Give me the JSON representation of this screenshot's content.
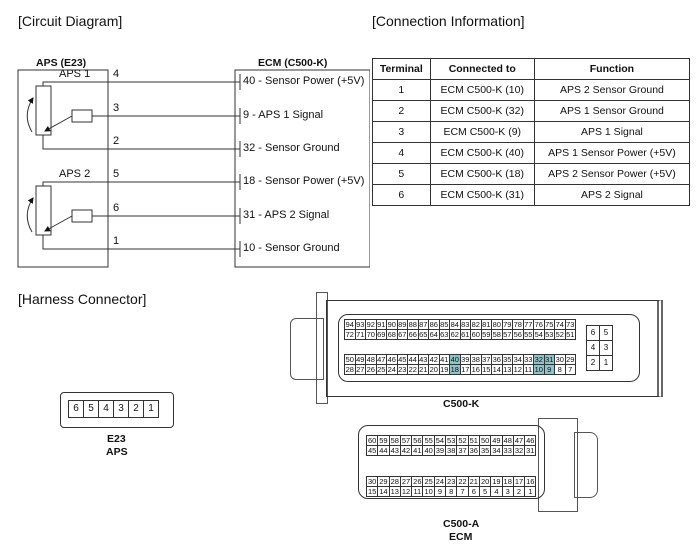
{
  "titles": {
    "circuit": "[Circuit Diagram]",
    "connection": "[Connection Information]",
    "harness": "[Harness Connector]"
  },
  "circuit": {
    "aps_label": "APS (E23)",
    "ecm_label": "ECM (C500-K)",
    "sensors": [
      "APS 1",
      "APS 2"
    ],
    "wires": [
      {
        "pin": "4",
        "ecm": "40 - Sensor Power (+5V)"
      },
      {
        "pin": "3",
        "ecm": "9 - APS 1 Signal"
      },
      {
        "pin": "2",
        "ecm": "32 - Sensor Ground"
      },
      {
        "pin": "5",
        "ecm": "18 - Sensor Power (+5V)"
      },
      {
        "pin": "6",
        "ecm": "31 - APS 2 Signal"
      },
      {
        "pin": "1",
        "ecm": "10 - Sensor Ground"
      }
    ]
  },
  "table": {
    "headers": [
      "Terminal",
      "Connected to",
      "Function"
    ],
    "rows": [
      [
        "1",
        "ECM C500-K (10)",
        "APS 2 Sensor Ground"
      ],
      [
        "2",
        "ECM C500-K (32)",
        "APS 1 Sensor Ground"
      ],
      [
        "3",
        "ECM C500-K (9)",
        "APS 1 Signal"
      ],
      [
        "4",
        "ECM C500-K (40)",
        "APS 1 Sensor Power (+5V)"
      ],
      [
        "5",
        "ECM C500-K (18)",
        "APS 2 Sensor Power (+5V)"
      ],
      [
        "6",
        "ECM C500-K (31)",
        "APS 2 Signal"
      ]
    ]
  },
  "e23": {
    "pins": [
      "6",
      "5",
      "4",
      "3",
      "2",
      "1"
    ],
    "name": "E23",
    "desc": "APS"
  },
  "c500k": {
    "name": "C500-K",
    "highlight": [
      "40",
      "32",
      "31",
      "18",
      "10",
      "9"
    ],
    "highlight_color": "#8fc3c7",
    "rows": [
      [
        "94",
        "93",
        "92",
        "91",
        "90",
        "89",
        "88",
        "87",
        "86",
        "85",
        "84",
        "83",
        "82",
        "81",
        "80",
        "79",
        "78",
        "77",
        "76",
        "75",
        "74",
        "73"
      ],
      [
        "72",
        "71",
        "70",
        "69",
        "68",
        "67",
        "66",
        "65",
        "64",
        "63",
        "62",
        "61",
        "60",
        "59",
        "58",
        "57",
        "56",
        "55",
        "54",
        "53",
        "52",
        "51"
      ],
      [
        "50",
        "49",
        "48",
        "47",
        "46",
        "45",
        "44",
        "43",
        "42",
        "41",
        "40",
        "39",
        "38",
        "37",
        "36",
        "35",
        "34",
        "33",
        "32",
        "31",
        "30",
        "29"
      ],
      [
        "28",
        "27",
        "26",
        "25",
        "24",
        "23",
        "22",
        "21",
        "20",
        "19",
        "18",
        "17",
        "16",
        "15",
        "14",
        "13",
        "12",
        "11",
        "10",
        "9",
        "8",
        "7"
      ]
    ],
    "small": [
      [
        "6",
        "5"
      ],
      [
        "4",
        "3"
      ],
      [
        "2",
        "1"
      ]
    ]
  },
  "c500a": {
    "name": "C500-A",
    "desc": "ECM",
    "rows": [
      [
        "60",
        "59",
        "58",
        "57",
        "56",
        "55",
        "54",
        "53",
        "52",
        "51",
        "50",
        "49",
        "48",
        "47",
        "46"
      ],
      [
        "45",
        "44",
        "43",
        "42",
        "41",
        "40",
        "39",
        "38",
        "37",
        "36",
        "35",
        "34",
        "33",
        "32",
        "31"
      ],
      [
        "30",
        "29",
        "28",
        "27",
        "26",
        "25",
        "24",
        "23",
        "22",
        "21",
        "20",
        "19",
        "18",
        "17",
        "16"
      ],
      [
        "15",
        "14",
        "13",
        "12",
        "11",
        "10",
        "9",
        "8",
        "7",
        "6",
        "5",
        "4",
        "3",
        "2",
        "1"
      ]
    ]
  }
}
